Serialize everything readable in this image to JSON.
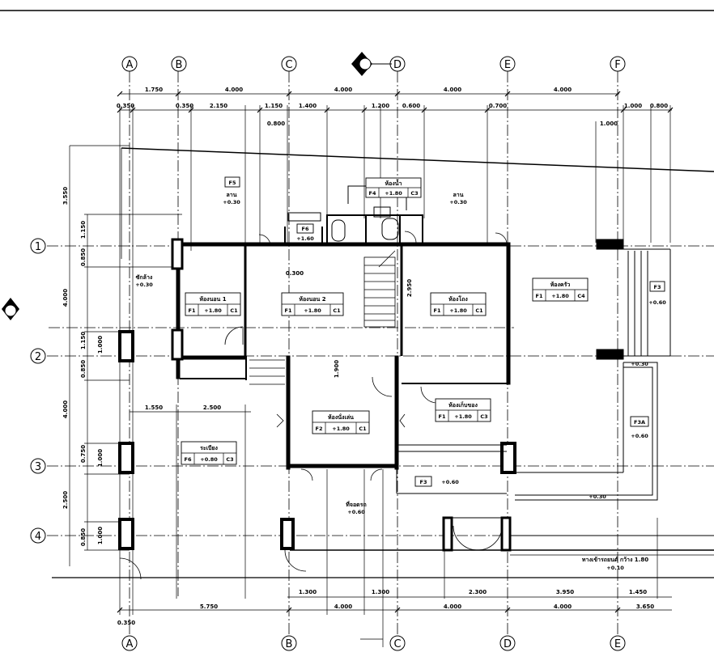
{
  "grid": {
    "top": [
      {
        "label": "A"
      },
      {
        "label": "B"
      },
      {
        "label": "C"
      },
      {
        "label": "D"
      },
      {
        "label": "E"
      },
      {
        "label": "F"
      }
    ],
    "bottom": [
      {
        "label": "A"
      },
      {
        "label": "B"
      },
      {
        "label": "C"
      },
      {
        "label": "D"
      },
      {
        "label": "E"
      }
    ],
    "left": [
      {
        "label": "1"
      },
      {
        "label": "2"
      },
      {
        "label": "3"
      },
      {
        "label": "4"
      }
    ]
  },
  "dims": {
    "top1": [
      "1.750",
      "4.000",
      "4.000",
      "4.000",
      "4.000"
    ],
    "top2": [
      "0.350",
      "0.350",
      "2.150",
      "1.150",
      "1.400",
      "1.200",
      "0.600",
      "0.700",
      "1.000",
      "0.800"
    ],
    "top_misc": [
      "0.800",
      "1.000",
      "0.300"
    ],
    "left": [
      "3.550",
      "1.150",
      "0.850",
      "4.000",
      "1.150",
      "0.850",
      "4.000",
      "0.750",
      "2.500",
      "0.850"
    ],
    "left_inner": [
      "1.000",
      "1.000",
      "1.000"
    ],
    "mid": [
      "1.550",
      "2.500",
      "2.950",
      "1.900"
    ],
    "bottom1": [
      "1.300",
      "1.300",
      "2.300",
      "3.950",
      "1.450"
    ],
    "bottom2": [
      "5.750",
      "4.000",
      "4.000",
      "4.000",
      "3.650"
    ],
    "bottom3": [
      "0.350"
    ]
  },
  "rooms": [
    {
      "name": "ห้องนอน 1",
      "code": "F1",
      "level": "+1.80",
      "ceil": "C1"
    },
    {
      "name": "ห้องนอน 2",
      "code": "F1",
      "level": "+1.80",
      "ceil": "C1"
    },
    {
      "name": "ห้องโถง",
      "code": "F1",
      "level": "+1.80",
      "ceil": "C1"
    },
    {
      "name": "ห้องน้ำ",
      "code": "F4",
      "level": "+1.80",
      "ceil": "C3"
    },
    {
      "name": "ห้องนั่งเล่น",
      "code": "F2",
      "level": "+1.80",
      "ceil": "C1"
    },
    {
      "name": "ห้องเก็บของ",
      "code": "F1",
      "level": "+1.80",
      "ceil": "C3"
    },
    {
      "name": "ห้องครัว",
      "code": "F1",
      "level": "+1.80",
      "ceil": "C4"
    },
    {
      "name": "ระเบียง",
      "code": "F6",
      "level": "+0.80",
      "ceil": "C3"
    }
  ],
  "spots": [
    {
      "name": "ซักล้าง",
      "level": "+0.30"
    },
    {
      "name": "ลาน",
      "level": "+0.30"
    },
    {
      "name": "ลาน",
      "level": "+0.30"
    },
    {
      "name": "ที่จอดรถ",
      "level": "+0.60"
    }
  ],
  "tags": [
    {
      "code": "F5"
    },
    {
      "code": "F6",
      "level": "+1.60"
    },
    {
      "code": "F3",
      "level": "+0.60"
    },
    {
      "code": "F3A",
      "level": "+0.60"
    },
    {
      "code": "F3",
      "level": "+0.60"
    }
  ],
  "notes": {
    "driveway": "ทางเข้ารถยนต์ กว้าง 1.80",
    "driveway_level": "+0.10",
    "level_a": "+0.30",
    "level_b": "+0.30"
  }
}
